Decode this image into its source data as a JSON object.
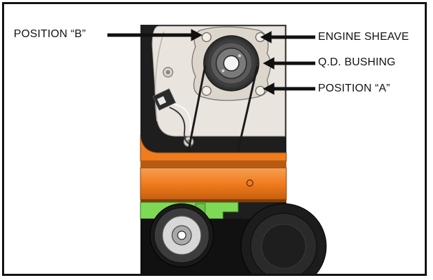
{
  "labels": {
    "position_b": "POSITION “B”",
    "engine_sheave": "ENGINE SHEAVE",
    "qd_bushing": "Q.D. BUSHING",
    "position_a": "POSITION “A”"
  },
  "colors": {
    "orange_frame": "#f07c1e",
    "green_bracket": "#7ed957",
    "engine_plate": "#e9e4dd",
    "dark_housing": "#2a2a2a"
  },
  "icons": [
    "pulley-icon",
    "arrow-icon"
  ]
}
